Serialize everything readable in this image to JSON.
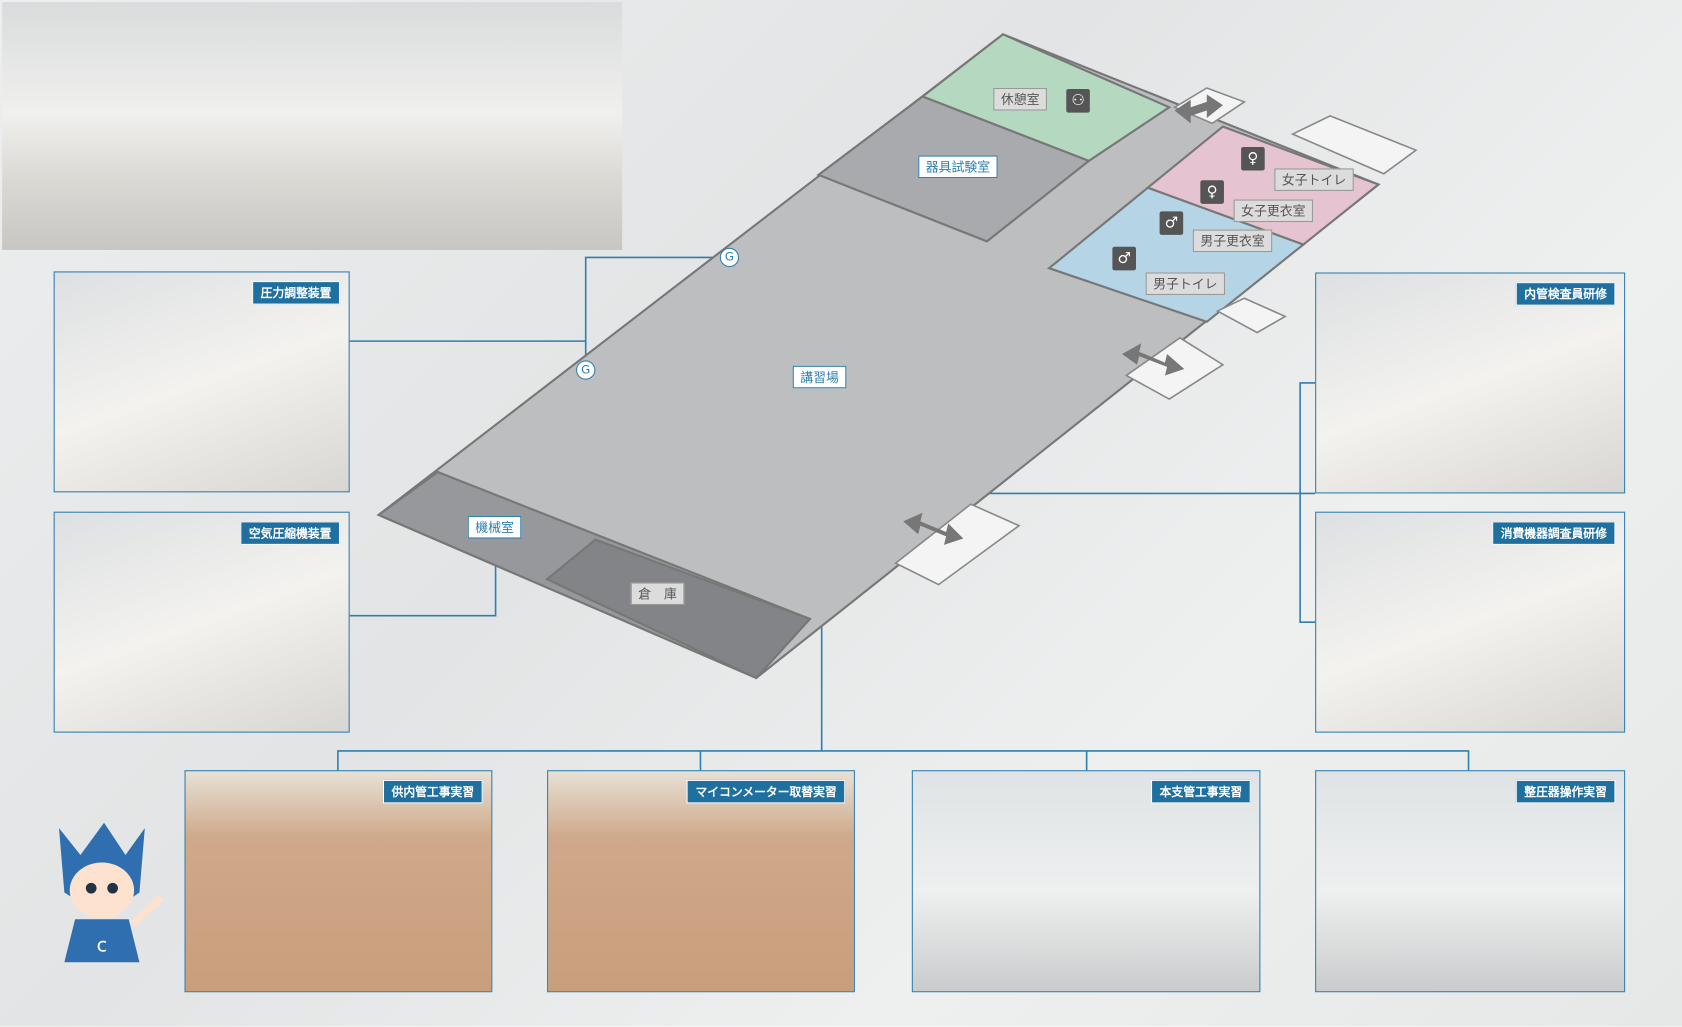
{
  "rooms": {
    "rest": "休憩室",
    "equipment_test": "器具試験室",
    "womens_toilet": "女子トイレ",
    "womens_locker": "女子更衣室",
    "mens_locker": "男子更衣室",
    "mens_toilet": "男子トイレ",
    "training_hall": "講習場",
    "machine_room": "機械室",
    "storage": "倉　庫"
  },
  "gas_marker": "G",
  "photos": {
    "pressure_regulator": "圧力調整装置",
    "air_compressor": "空気圧縮機装置",
    "inner_pipe_inspector": "内管検査員研修",
    "appliance_inspector": "消費機器調査員研修",
    "supply_pipe": "供内管工事実習",
    "microcomputer_meter": "マイコンメーター取替実習",
    "main_pipe": "本支管工事実習",
    "governor": "整圧器操作実習"
  },
  "colors": {
    "accent": "#2f7fae",
    "rest": "#b5d8c0",
    "womens": "#e6c3d1",
    "mens": "#b5d5e6",
    "floor": "#bdbec0"
  }
}
